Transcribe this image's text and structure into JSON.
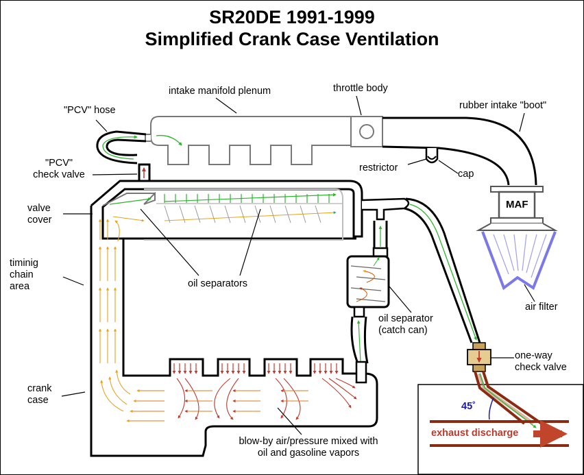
{
  "title_line1": "SR20DE 1991-1999",
  "title_line2": "Simplified Crank Case Ventilation",
  "labels": {
    "intake_manifold_plenum": "intake manifold plenum",
    "throttle_body": "throttle body",
    "pcv_hose": "\"PCV\" hose",
    "rubber_intake_boot": "rubber intake \"boot\"",
    "pcv_check_valve": "\"PCV\"\ncheck valve",
    "restrictor": "restrictor",
    "cap": "cap",
    "valve_cover": "valve\ncover",
    "maf": "MAF",
    "timing_chain_area": "timinig\nchain\narea",
    "oil_separators": "oil separators",
    "air_filter": "air filter",
    "oil_separator_catch_can": "oil separator\n(catch can)",
    "one_way_check_valve": "one-way\ncheck valve",
    "crank_case": "crank\ncase",
    "angle": "45˚",
    "exhaust_discharge": "exhaust discharge",
    "blow_by": "blow-by air/pressure mixed with\noil and gasoline vapors"
  },
  "colors": {
    "outline": "#000000",
    "component_fill": "#ffffff",
    "component_stroke": "#555555",
    "air_filter": "#7b78e8",
    "flow_green": "#2bb52b",
    "flow_red": "#c0392b",
    "flow_orange": "#e8a317",
    "flow_cyan": "#17a2b8",
    "exhaust_pipe": "#8b2a10",
    "angle_blue": "#1a1aa8",
    "check_valve": "#c9a25a"
  }
}
